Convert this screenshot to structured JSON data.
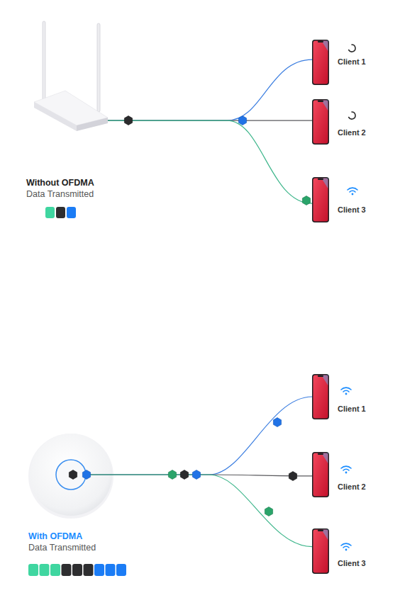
{
  "diagram": {
    "nodes": [
      {
        "text": [
          "Without OFDMA",
          "Data Transmitted"
        ]
      },
      {
        "text": [
          "Client 1"
        ]
      },
      {
        "text": [
          "Client 2"
        ]
      },
      {
        "text": [
          "Client 3"
        ]
      },
      {
        "text": [
          "With OFDMA",
          "Data Transmitted"
        ]
      },
      {
        "text": [
          "Client 1"
        ]
      },
      {
        "text": [
          "Client 2"
        ]
      },
      {
        "text": [
          "Client 3"
        ]
      }
    ],
    "edges": [
      {
        "from": 0,
        "to": 1,
        "arrow": "none"
      },
      {
        "from": 0,
        "to": 2,
        "arrow": "none"
      },
      {
        "from": 0,
        "to": 3,
        "arrow": "none"
      },
      {
        "from": 4,
        "to": 5,
        "arrow": "none"
      },
      {
        "from": 4,
        "to": 6,
        "arrow": "none"
      },
      {
        "from": 4,
        "to": 7,
        "arrow": "none"
      }
    ]
  }
}
